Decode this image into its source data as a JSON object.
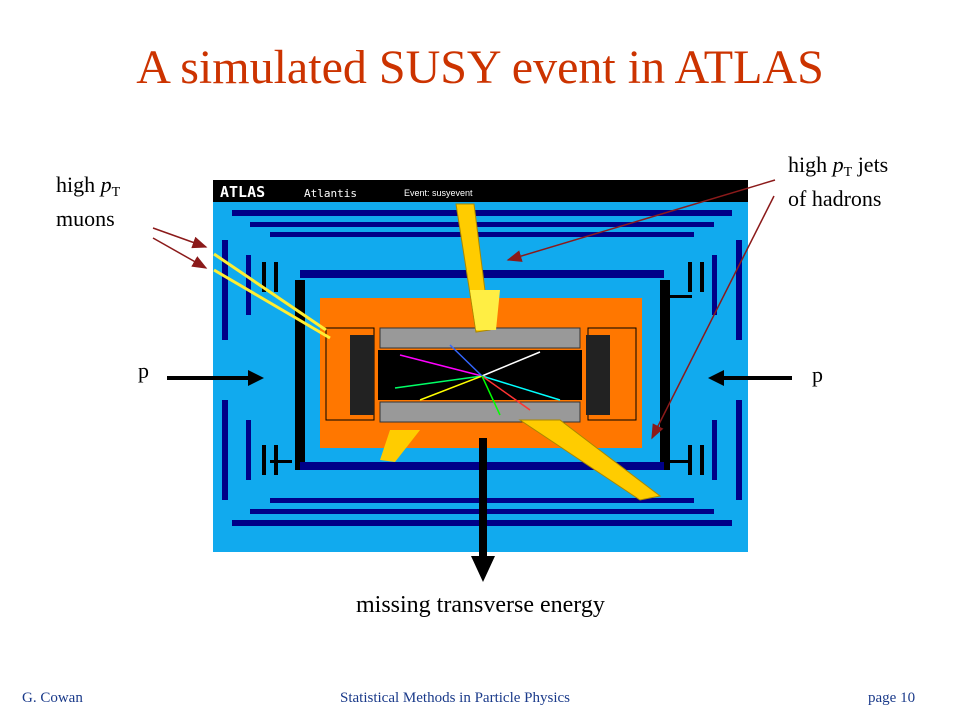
{
  "slide": {
    "title": "A simulated SUSY event in ATLAS",
    "colors": {
      "title": "#cc3300",
      "footer": "#1a3a8a",
      "display_bg": "#11aaee",
      "calorimeter": "#ff7700",
      "arrow": "#8b1a1a"
    }
  },
  "event_display": {
    "brand": "ATLAS",
    "software": "Atlantis",
    "event_label": "Event: susyevent"
  },
  "labels": {
    "muons_line1_prefix": "high ",
    "muons_line1_var": "p",
    "muons_line1_sub": "T",
    "muons_line2": "muons",
    "jets_line1_prefix": "high ",
    "jets_line1_var": "p",
    "jets_line1_sub": "T",
    "jets_line1_suffix": " jets",
    "jets_line2": "of hadrons",
    "proton_left": "p",
    "proton_right": "p",
    "met": "missing transverse energy"
  },
  "footer": {
    "author": "G. Cowan",
    "course": "Statistical Methods in Particle Physics",
    "page": "page 10"
  }
}
